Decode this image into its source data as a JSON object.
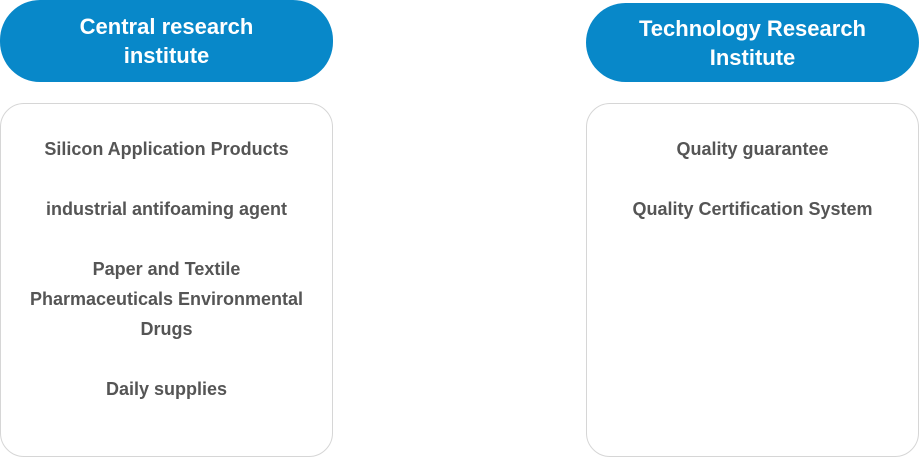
{
  "left_header": {
    "line1": "Central research",
    "line2": "institute"
  },
  "right_header": {
    "line1": "Technology Research",
    "line2": "Institute"
  },
  "left_panel": {
    "items": [
      "Silicon Application Products",
      "industrial antifoaming agent",
      [
        "Paper and Textile",
        "Pharmaceuticals Environmental",
        "Drugs"
      ],
      "Daily supplies"
    ]
  },
  "right_panel": {
    "items": [
      "Quality guarantee",
      "Quality Certification System"
    ]
  },
  "colors": {
    "header_bg": "#0888c9",
    "header_text": "#ffffff",
    "item_text": "#555555",
    "panel_border": "#d6d6d6"
  }
}
